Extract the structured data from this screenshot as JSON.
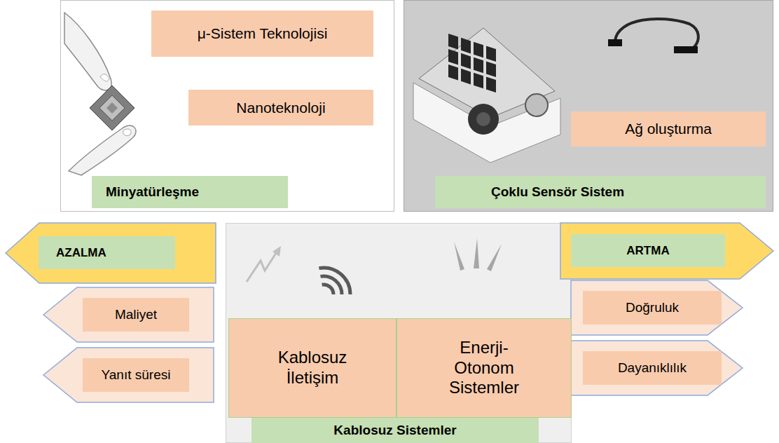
{
  "diagram": {
    "nodes": [
      {
        "text": [
          "Minyatürleşme"
        ]
      },
      {
        "text": [
          "μ-Sistem Teknolojisi"
        ],
        "in": 0
      },
      {
        "text": [
          "Nanoteknoloji"
        ],
        "in": 0
      },
      {
        "text": [
          "Çoklu Sensör Sistem"
        ]
      },
      {
        "text": [
          "Ağ oluşturma"
        ],
        "in": 3
      },
      {
        "text": [
          "AZALMA"
        ]
      },
      {
        "text": [
          "Kablosuz Sistemler"
        ]
      },
      {
        "text": [
          "Kablosuz İletişim"
        ],
        "in": 6
      },
      {
        "text": [
          "Enerji-Otonom Sistemler"
        ],
        "in": 6
      },
      {
        "text": [
          "ARTMA"
        ]
      },
      {
        "text": [
          "Maliyet"
        ]
      },
      {
        "text": [
          "Doğruluk"
        ]
      },
      {
        "text": [
          "Yanıt süresi"
        ]
      },
      {
        "text": [
          "Dayanıklılık"
        ]
      }
    ]
  }
}
